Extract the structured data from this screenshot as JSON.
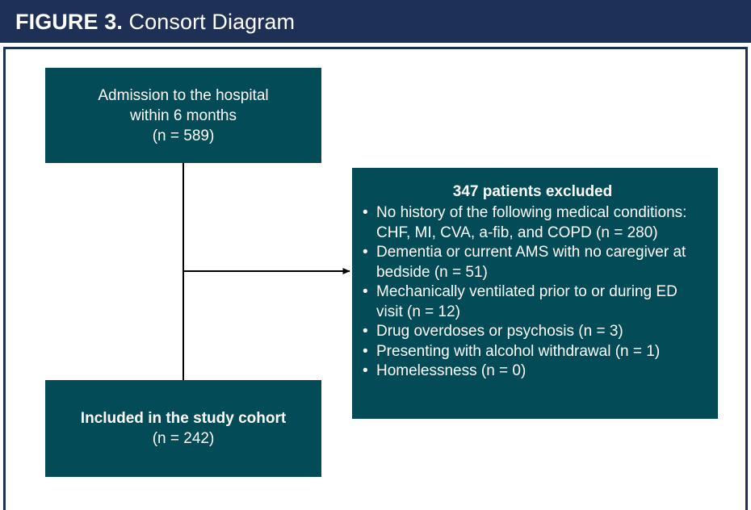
{
  "header": {
    "figure_number": "FIGURE 3.",
    "figure_title": "Consort Diagram"
  },
  "colors": {
    "header_navy": "#1e3055",
    "box_teal": "#044b58",
    "box_text": "#ffffff",
    "frame_border": "#1e3055",
    "connector_line": "#000000",
    "page_background": "#ffffff"
  },
  "diagram": {
    "type": "consort-flow",
    "nodes": {
      "admission": {
        "lines": [
          "Admission to the hospital",
          "within 6 months",
          "(n = 589)"
        ],
        "n": 589
      },
      "excluded": {
        "title": "347 patients excluded",
        "n": 347,
        "bullets": [
          "No history of the following medical conditions: CHF, MI, CVA, a-fib, and COPD (n = 280)",
          "Dementia or current AMS with no caregiver at bedside (n = 51)",
          "Mechanically ventilated prior to or during ED visit (n = 12)",
          "Drug overdoses or psychosis (n = 3)",
          "Presenting with alcohol withdrawal (n = 1)",
          "Homelessness (n = 0)"
        ],
        "bullet_counts": [
          280,
          51,
          12,
          3,
          1,
          0
        ]
      },
      "included": {
        "title": "Included in the study cohort",
        "n_label": "(n = 242)",
        "n": 242
      }
    },
    "edges": [
      {
        "from": "admission",
        "to": "excluded",
        "arrow": true
      },
      {
        "from": "admission",
        "to": "included",
        "arrow": false
      }
    ]
  }
}
